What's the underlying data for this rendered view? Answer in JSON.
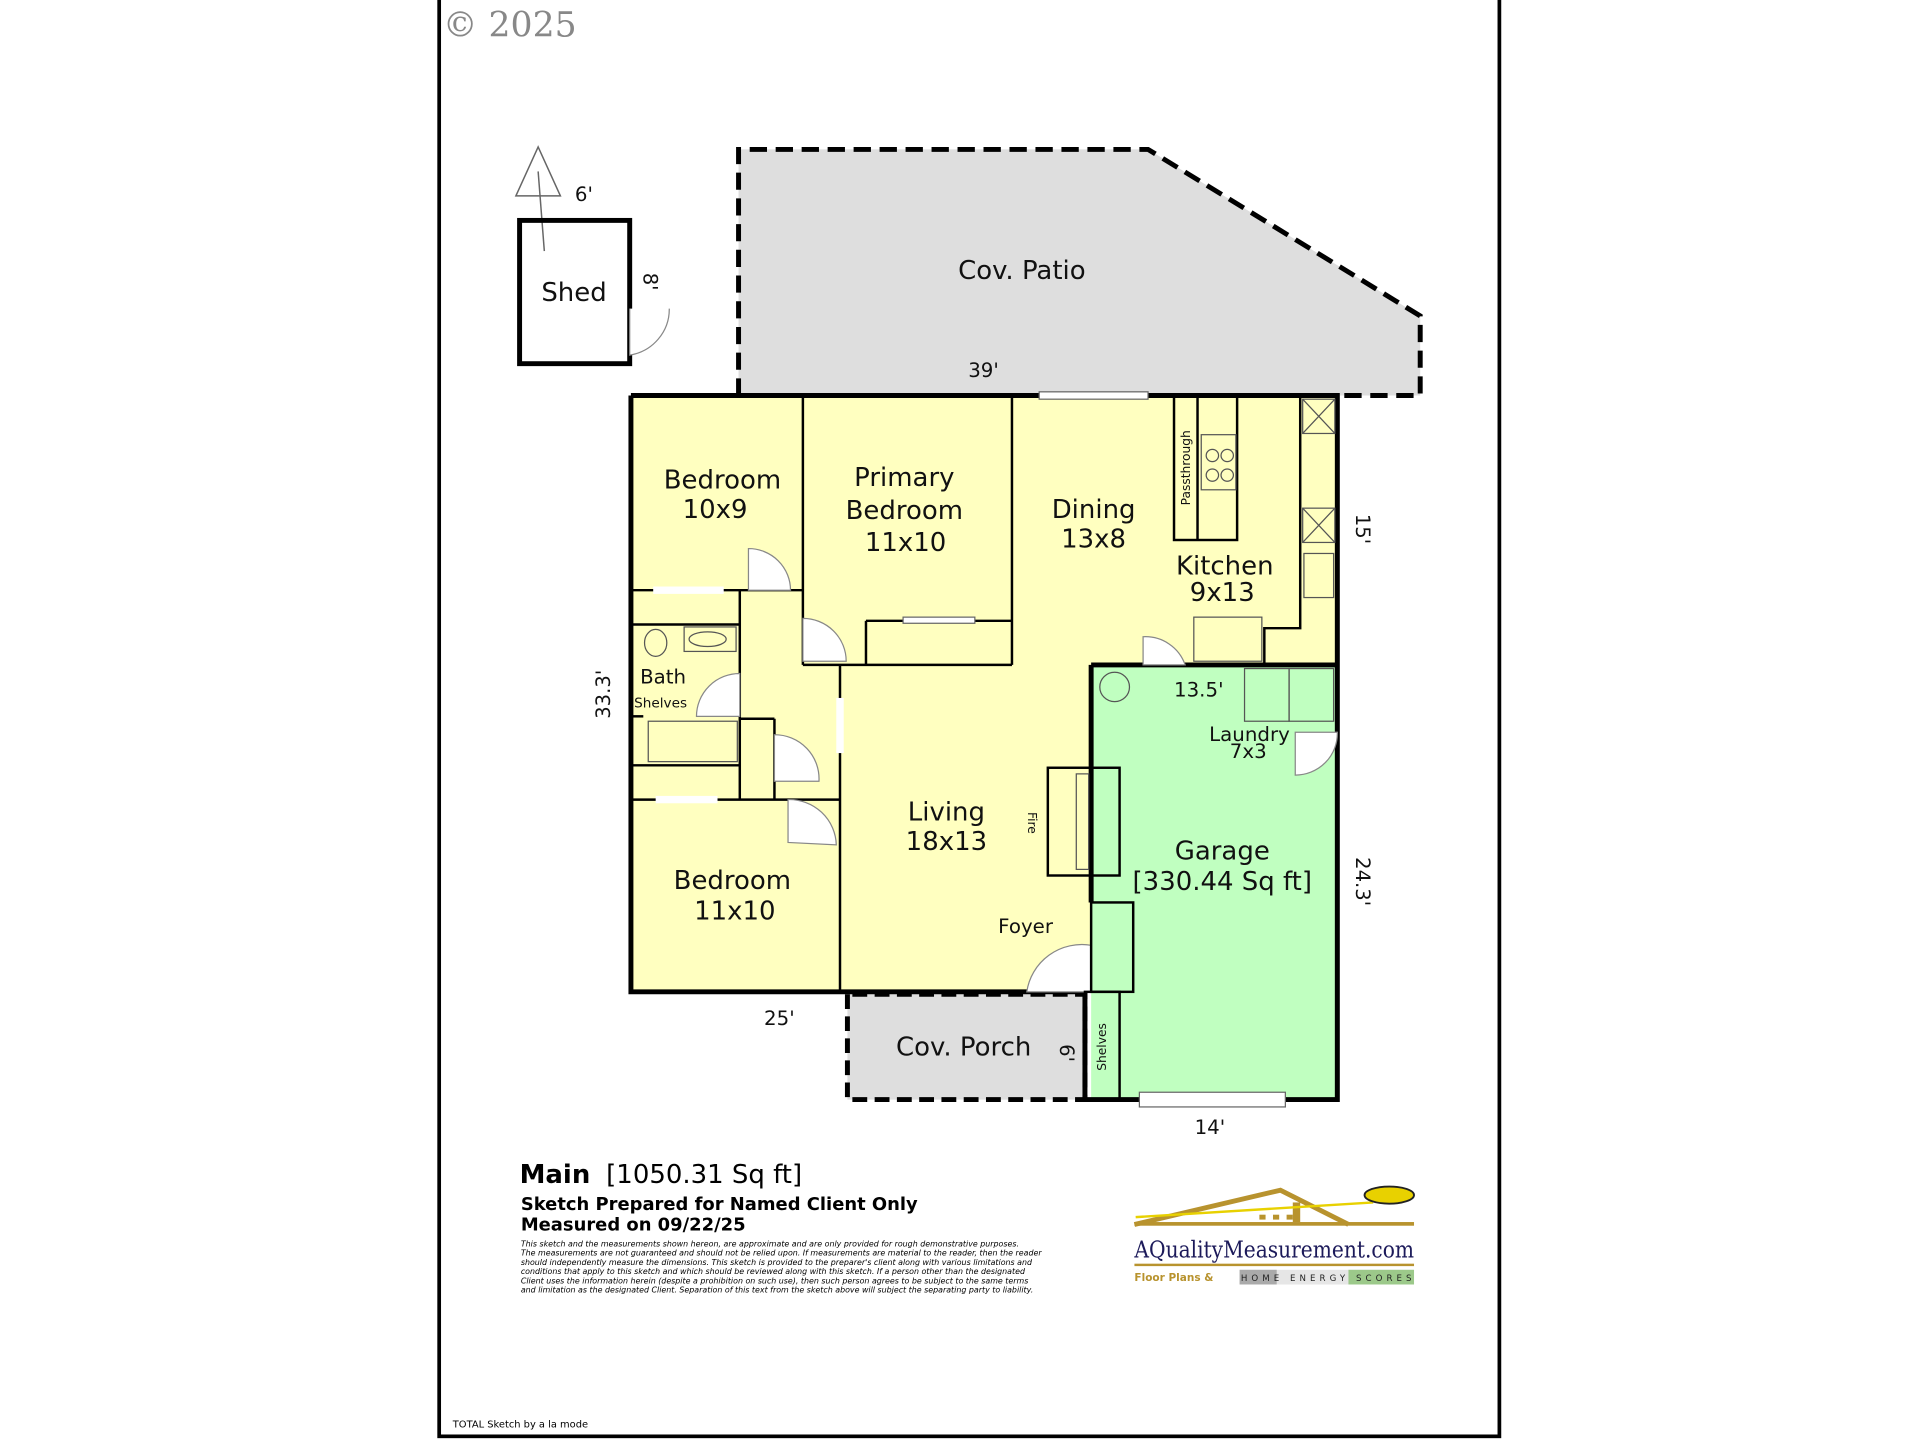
{
  "copyright": "© 2025",
  "rooms": {
    "shed": {
      "name": "Shed"
    },
    "patio": {
      "name": "Cov. Patio"
    },
    "bedroom1": {
      "name": "Bedroom",
      "size": "10x9"
    },
    "primary": {
      "name1": "Primary",
      "name2": "Bedroom",
      "size": "11x10"
    },
    "dining": {
      "name": "Dining",
      "size": "13x8"
    },
    "kitchen": {
      "name": "Kitchen",
      "size": "9x13"
    },
    "passthrough": {
      "name": "Passthrough"
    },
    "bath": {
      "name": "Bath"
    },
    "bath_shelves": {
      "name": "Shelves"
    },
    "living": {
      "name": "Living",
      "size": "18x13"
    },
    "fire": {
      "name": "Fire"
    },
    "laundry": {
      "name": "Laundry",
      "size": "7x3"
    },
    "garage": {
      "name": "Garage",
      "area": "[330.44 Sq ft]"
    },
    "bedroom3": {
      "name": "Bedroom",
      "size": "11x10"
    },
    "foyer": {
      "name": "Foyer"
    },
    "porch": {
      "name": "Cov. Porch"
    },
    "garage_shelves": {
      "name": "Shelves"
    }
  },
  "dimensions": {
    "shed_w": "6'",
    "shed_h": "8'",
    "patio_w": "39'",
    "kitchen_h": "15'",
    "house_h": "33.3'",
    "garage_inner": "13.5'",
    "garage_h": "24.3'",
    "house_w": "25'",
    "porch_h": "6'",
    "garage_w": "14'"
  },
  "footer": {
    "title": "Main",
    "area": "[1050.31 Sq ft]",
    "prepared": "Sketch Prepared for Named Client Only",
    "measured": "Measured on 09/22/25",
    "disclaimer": [
      "This sketch and the measurements shown hereon, are approximate and are only provided for rough demonstrative purposes.",
      "The measurements are not guaranteed and should not be relied upon.  If measurements are material to the reader, then the reader",
      "should independently measure the dimensions.  This sketch is provided to the preparer's client along with various limitations and",
      "conditions that apply to this sketch and which should be reviewed along with this sketch.  If a person other than the designated",
      "Client uses the information herein (despite a prohibition on such use), then such person agrees to be subject to the same terms",
      "and limitation as the designated Client.  Separation of this text from the sketch above will subject the separating party to liability."
    ],
    "credit": "TOTAL Sketch by a la mode"
  },
  "logo": {
    "brand": "AQualityMeasurement.com",
    "tagline1": "Floor Plans &",
    "tagline2": "HOME ENERGY SCORES"
  },
  "colors": {
    "living": "#FFFFC0",
    "garage": "#C0FFC0",
    "covered": "#DEDEDE"
  }
}
